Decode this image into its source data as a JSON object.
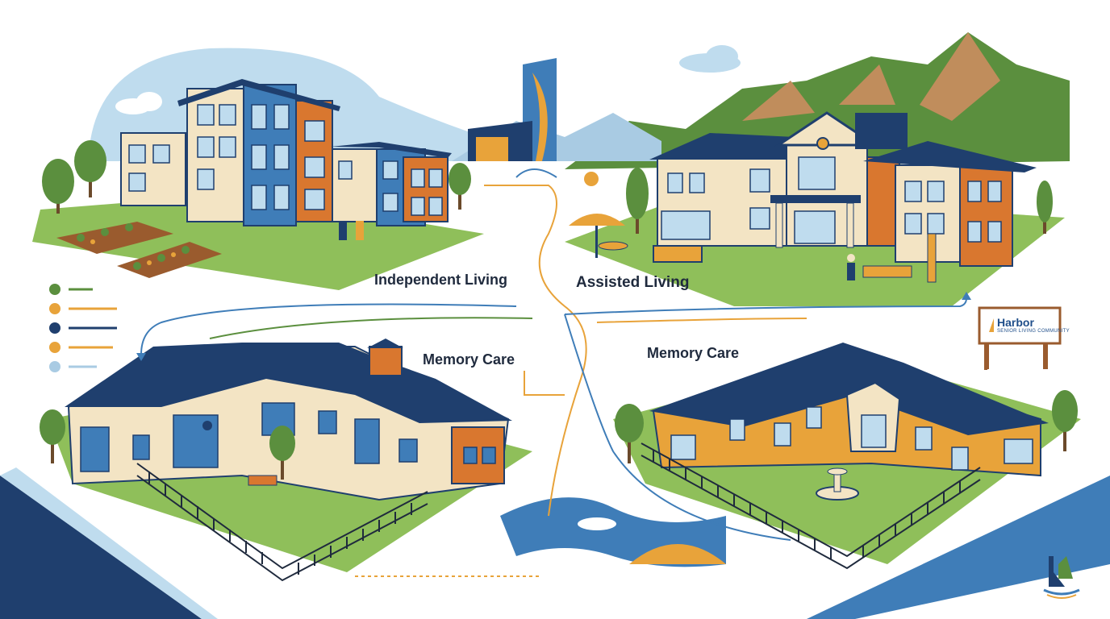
{
  "labels": {
    "independent_living": "Independent Living",
    "assisted_living": "Assisted Living",
    "memory_care_left": "Memory Care",
    "memory_care_right": "Memory Care"
  },
  "sign": {
    "name": "Harbor",
    "subtitle": "SENIOR LIVING COMMUNITY"
  },
  "legend": {
    "markers": [
      {
        "color": "#5b8f3e"
      },
      {
        "color": "#e8a33a"
      },
      {
        "color": "#1f3f6e"
      },
      {
        "color": "#e8a33a"
      },
      {
        "color": "#a9cbe3"
      }
    ]
  },
  "colors": {
    "navy": "#1f3f6e",
    "blue": "#3f7db8",
    "orange": "#d9772f",
    "gold": "#e8a33a",
    "cream": "#f3e4c4",
    "green": "#5b8f3e",
    "light_green": "#8fbf5a",
    "sky": "#bfdcee",
    "mountain": "#c08d5c"
  },
  "icons": {
    "logo": "harbor-sailboat-logo"
  }
}
